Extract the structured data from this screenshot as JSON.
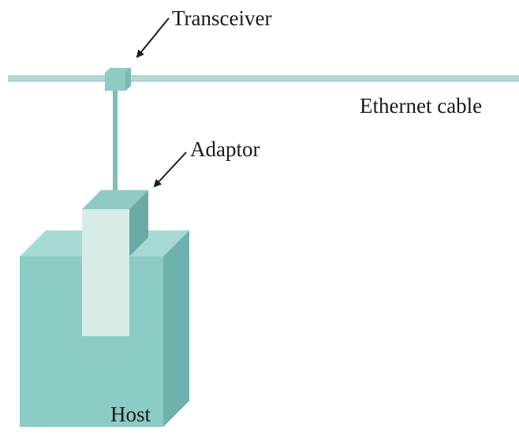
{
  "labels": {
    "transceiver": "Transceiver",
    "ethernet_cable": "Ethernet cable",
    "adaptor": "Adaptor",
    "host": "Host"
  },
  "colors": {
    "cable": "#b3d9d6",
    "cable_edge": "#8ec4c0",
    "host_front": "#8ccbc6",
    "host_top": "#a9d9d4",
    "host_side": "#6fb2ad",
    "adaptor_front": "#d7ece9",
    "adaptor_top": "#8fcac5",
    "adaptor_side": "#6aa9a4",
    "transceiver": "#8fcac5",
    "wire": "#7fbdb8",
    "arrow": "#1a1a1a"
  }
}
